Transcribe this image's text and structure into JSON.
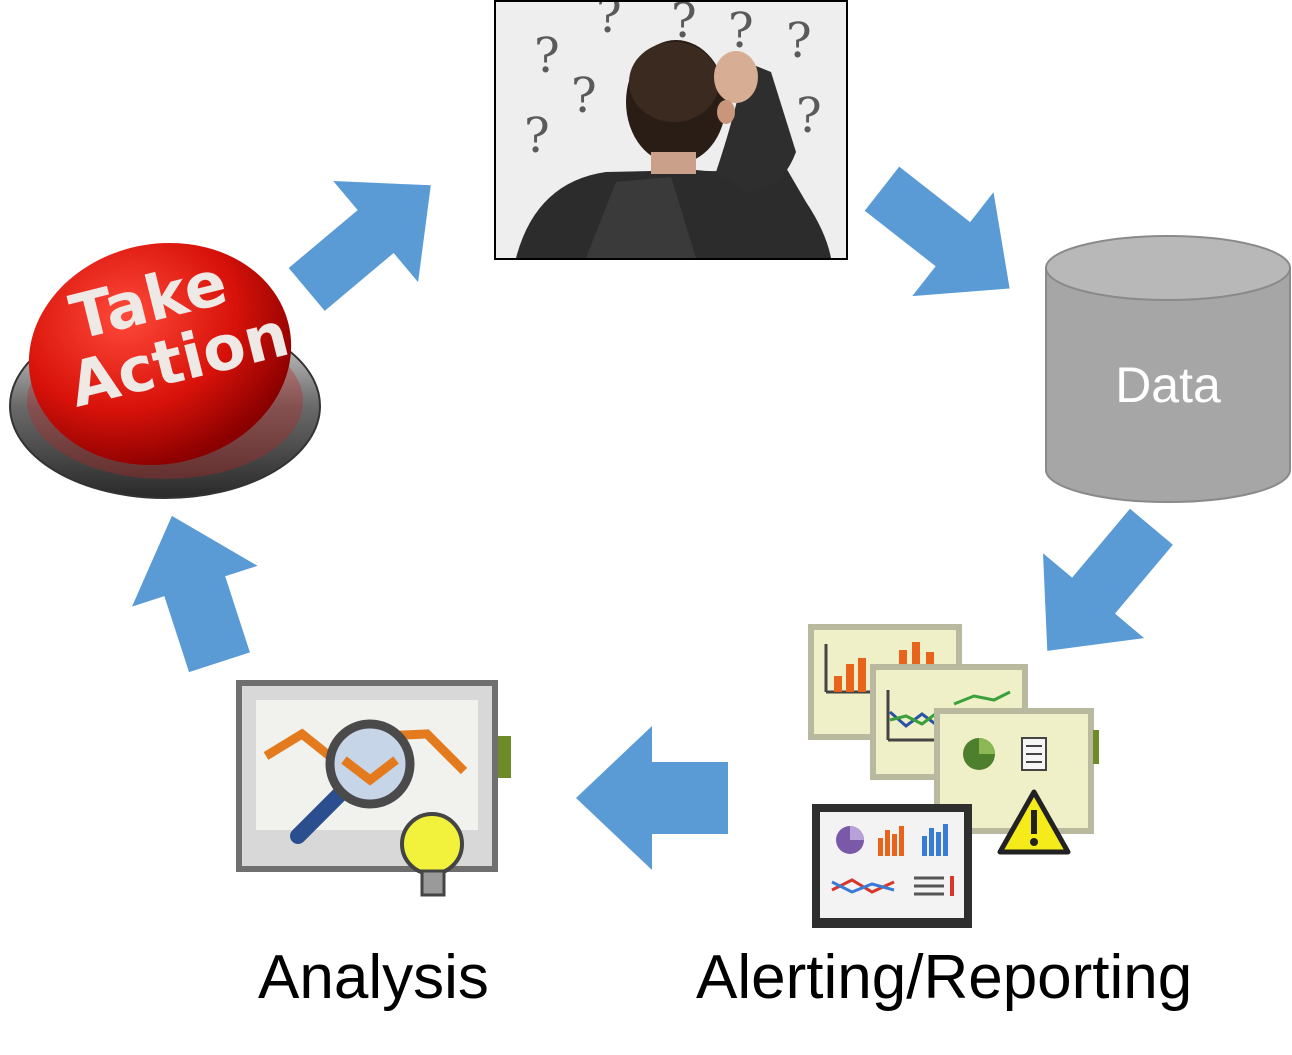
{
  "diagram": {
    "nodes": {
      "question": {
        "icon": "confused-person-icon"
      },
      "data": {
        "label": "Data",
        "icon": "database-cylinder-icon"
      },
      "alerting_reporting": {
        "label": "Alerting/Reporting",
        "icon": "report-dashboards-icon"
      },
      "analysis": {
        "label": "Analysis",
        "icon": "analysis-magnifier-icon"
      },
      "take_action": {
        "button_text_line1": "Take",
        "button_text_line2": "Action",
        "icon": "take-action-button-icon"
      }
    },
    "arrow_color": "#5b9bd5",
    "cylinder_color": "#a6a6a6"
  }
}
